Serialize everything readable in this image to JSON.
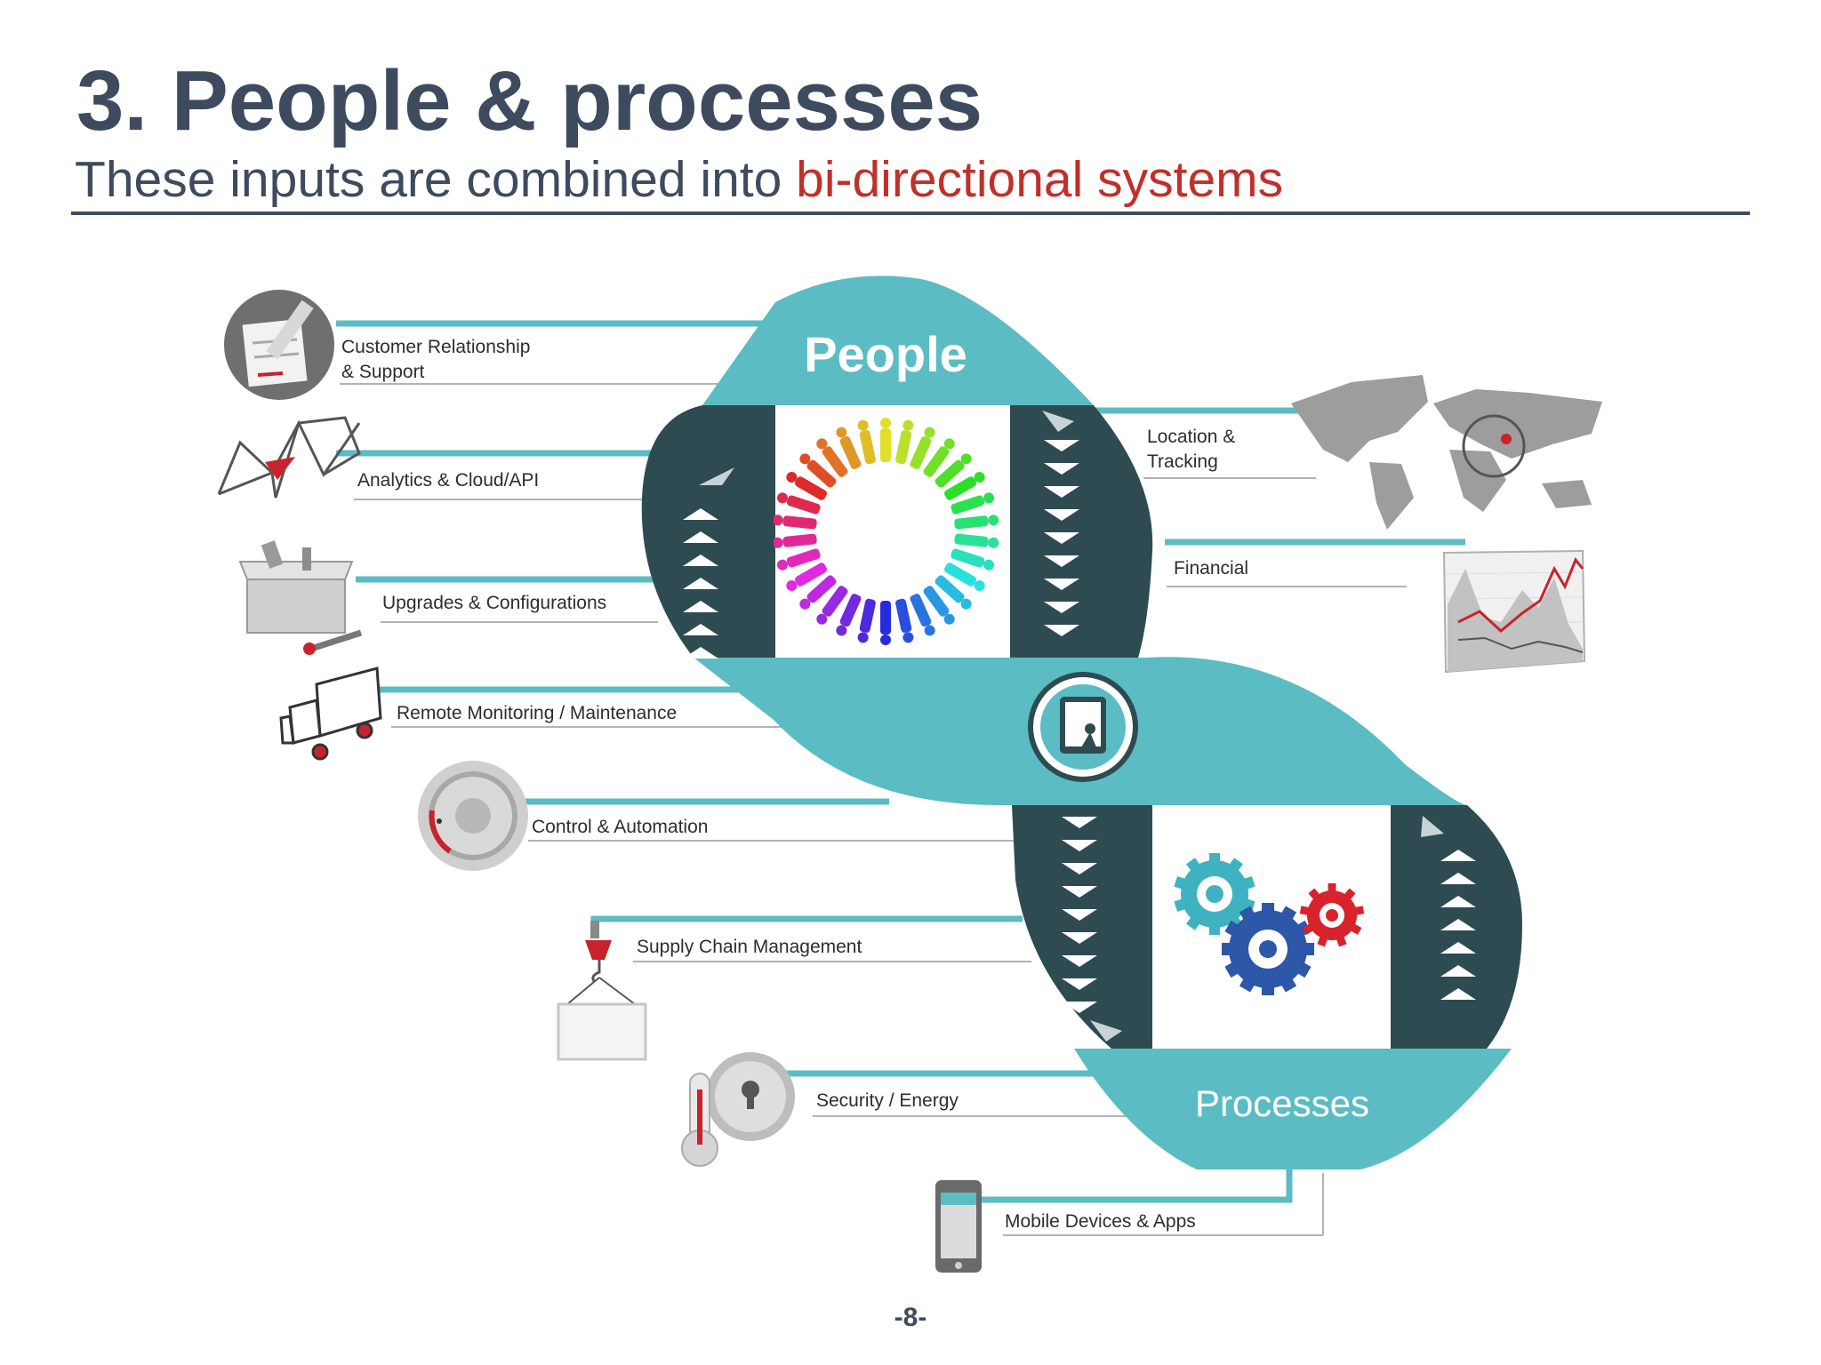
{
  "slide": {
    "title": "3. People & processes",
    "subtitle_lead": "These inputs are combined into ",
    "subtitle_highlight": "bi-directional systems",
    "page_number": "-8-"
  },
  "colors": {
    "title": "#3e4b5f",
    "highlight": "#c0302a",
    "teal": "#5cbcc3",
    "teal_dark": "#2e4b52",
    "line_gray": "#9a9a9a",
    "icon_gray": "#8a8a8a",
    "accent_red": "#c8232c"
  },
  "diagram": {
    "people_label": "People",
    "processes_label": "Processes",
    "inputs": [
      {
        "line1": "Customer Relationship",
        "line2": "& Support",
        "icon": "clipboard-pencil-icon"
      },
      {
        "line1": "Analytics & Cloud/API",
        "icon": "network-map-icon"
      },
      {
        "line1": "Upgrades & Configurations",
        "icon": "toolbox-icon"
      },
      {
        "line1": "Remote Monitoring / Maintenance",
        "icon": "truck-icon"
      },
      {
        "line1": "Control & Automation",
        "icon": "dial-knob-icon"
      },
      {
        "line1": "Supply Chain Management",
        "icon": "crane-hook-icon"
      },
      {
        "line1": "Security / Energy",
        "icon": "lock-thermometer-icon"
      },
      {
        "line1": "Mobile Devices & Apps",
        "icon": "smartphone-icon"
      },
      {
        "line1": "Location &",
        "line2": "Tracking",
        "icon": "world-map-icon"
      },
      {
        "line1": "Financial",
        "icon": "stock-chart-icon"
      }
    ]
  }
}
